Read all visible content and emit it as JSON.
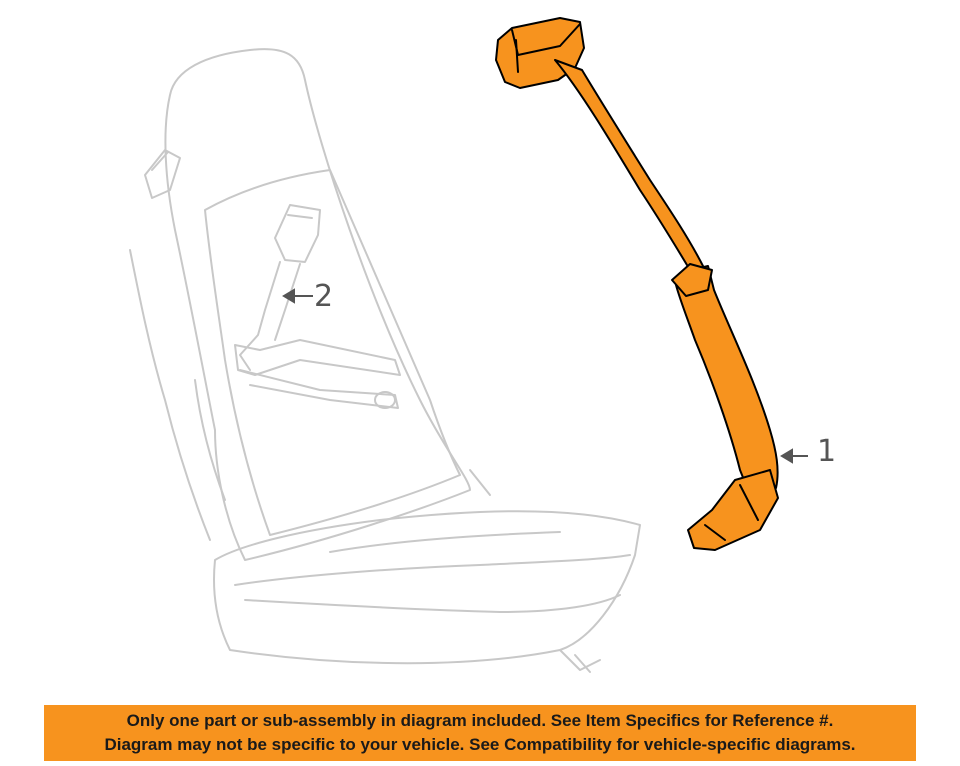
{
  "callouts": [
    {
      "number": "1",
      "part": "seat-belt-retractor"
    },
    {
      "number": "2",
      "part": "seat-belt-buckle"
    }
  ],
  "colors": {
    "highlight": "#f7931e",
    "line": "#c8c8c8",
    "outline": "#000000",
    "banner": "#f7931e"
  },
  "banner": {
    "line1": "Only one part or sub-assembly in diagram included. See Item Specifics for Reference #.",
    "line2": "Diagram may not be specific to your vehicle. See Compatibility for vehicle-specific diagrams."
  }
}
